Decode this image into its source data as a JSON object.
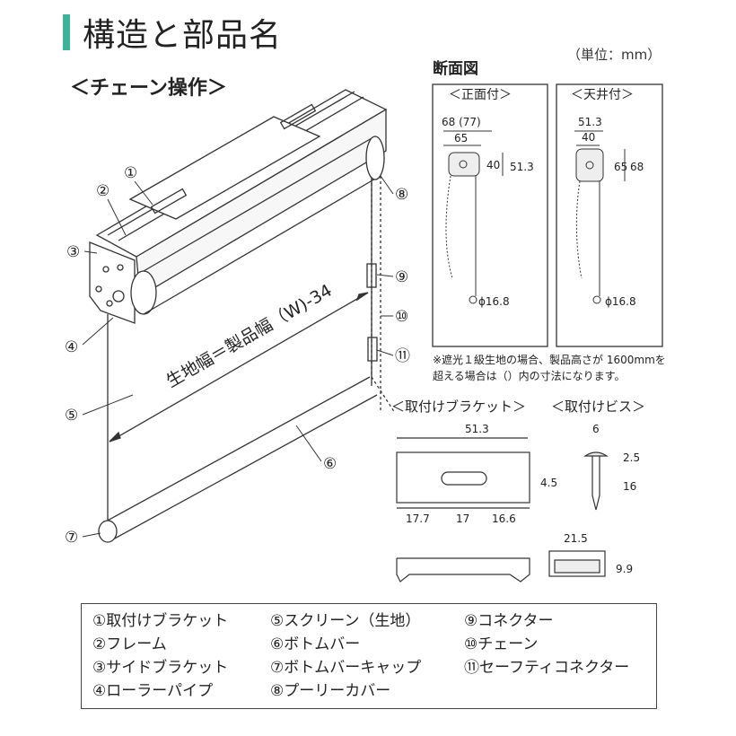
{
  "header": {
    "title": "構造と部品名",
    "unit": "（単位：mm）",
    "subtitle": "＜チェーン操作＞"
  },
  "main_diagram": {
    "callouts": [
      "①",
      "②",
      "③",
      "④",
      "⑤",
      "⑥",
      "⑦",
      "⑧",
      "⑨",
      "⑩",
      "⑪"
    ],
    "width_label": "生地幅＝製品幅（W)-34"
  },
  "cross_section": {
    "heading": "断面図",
    "front": {
      "label": "＜正面付＞",
      "dim_top": "68 (77)",
      "dim_inner": "65",
      "dim_height_inner": "40",
      "dim_height_outer": "51.3",
      "dim_phi": "ϕ16.8"
    },
    "ceiling": {
      "label": "＜天井付＞",
      "dim_top": "51.3",
      "dim_inner": "40",
      "dim_height_inner": "65",
      "dim_height_outer": "68",
      "dim_phi": "ϕ16.8"
    },
    "note_line1": "※遮光１級生地の場合、製品高さが 1600mmを",
    "note_line2": "超える場合は（）内の寸法になります。"
  },
  "bracket": {
    "label": "＜取付けブラケット＞",
    "dim_width": "51.3",
    "dim_slot": "4.5",
    "dim_a": "17.7",
    "dim_b": "17",
    "dim_c": "16.6"
  },
  "screw": {
    "label": "＜取付けビス＞",
    "dim_head": "6",
    "dim_head_h": "2.5",
    "dim_len": "16",
    "dim_cap_w": "21.5",
    "dim_cap_h": "9.9"
  },
  "legend": {
    "col1": [
      "①取付けブラケット",
      "②フレーム",
      "③サイドブラケット",
      "④ローラーパイプ"
    ],
    "col2": [
      "⑤スクリーン（生地）",
      "⑥ボトムバー",
      "⑦ボトムバーキャップ",
      "⑧プーリーカバー"
    ],
    "col3": [
      "⑨コネクター",
      "⑩チェーン",
      "⑪セーフティコネクター"
    ]
  },
  "colors": {
    "accent": "#3fb39a",
    "line": "#333333"
  }
}
